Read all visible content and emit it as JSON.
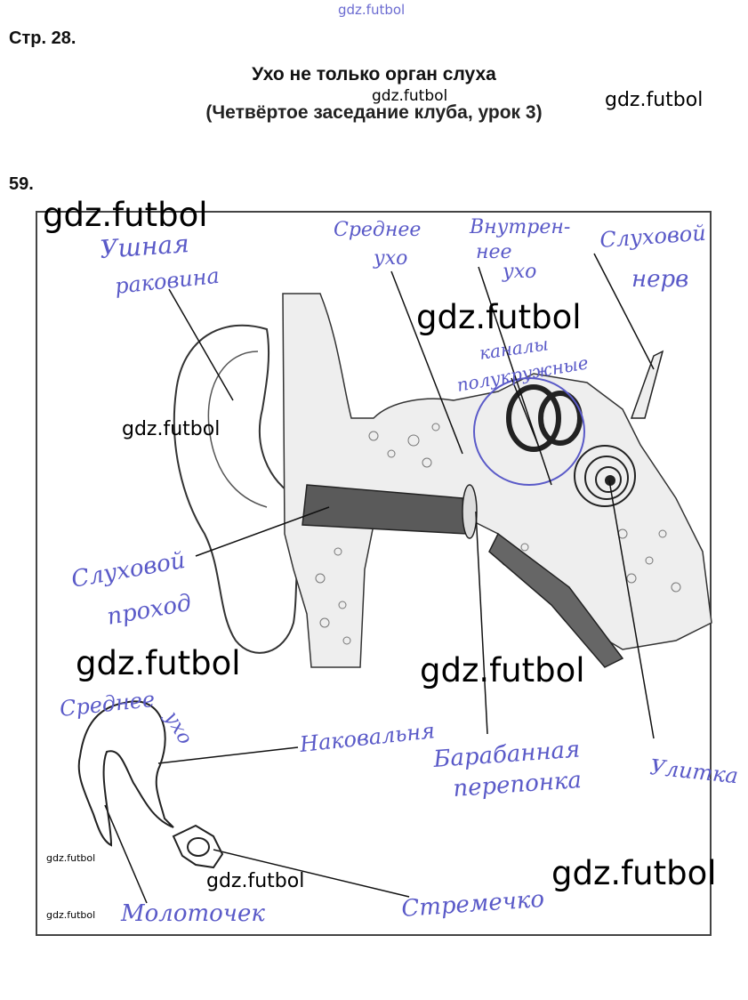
{
  "header": {
    "page_label": "Стр. 28.",
    "title": "Ухо не только орган слуха",
    "subtitle": "(Четвёртое заседание клуба, урок 3)",
    "task_number": "59."
  },
  "watermark": "gdz.futbol",
  "diagram": {
    "labels": {
      "outer_ear_1": "Ушная",
      "outer_ear_2": "раковина",
      "middle_ear_1": "Среднее",
      "middle_ear_2": "ухо",
      "inner_ear_1": "Внутрен-",
      "inner_ear_2": "нее",
      "inner_ear_3": "ухо",
      "nerve_1": "Слуховой",
      "nerve_2": "нерв",
      "canals_1": "каналы",
      "canals_2": "полукружные",
      "canal_1": "Слуховой",
      "canal_2": "проход",
      "ossicles_1": "Среднее",
      "ossicles_2": "ухо",
      "incus": "Наковальня",
      "eardrum_1": "Барабанная",
      "eardrum_2": "перепонка",
      "cochlea": "Улитка",
      "malleus": "Молоточек",
      "stapes": "Стремечко"
    }
  },
  "colors": {
    "handwriting": "#5a5ac8",
    "bone_fill": "#d9d9d9",
    "canal_fill": "#555555",
    "frame": "#444444"
  }
}
